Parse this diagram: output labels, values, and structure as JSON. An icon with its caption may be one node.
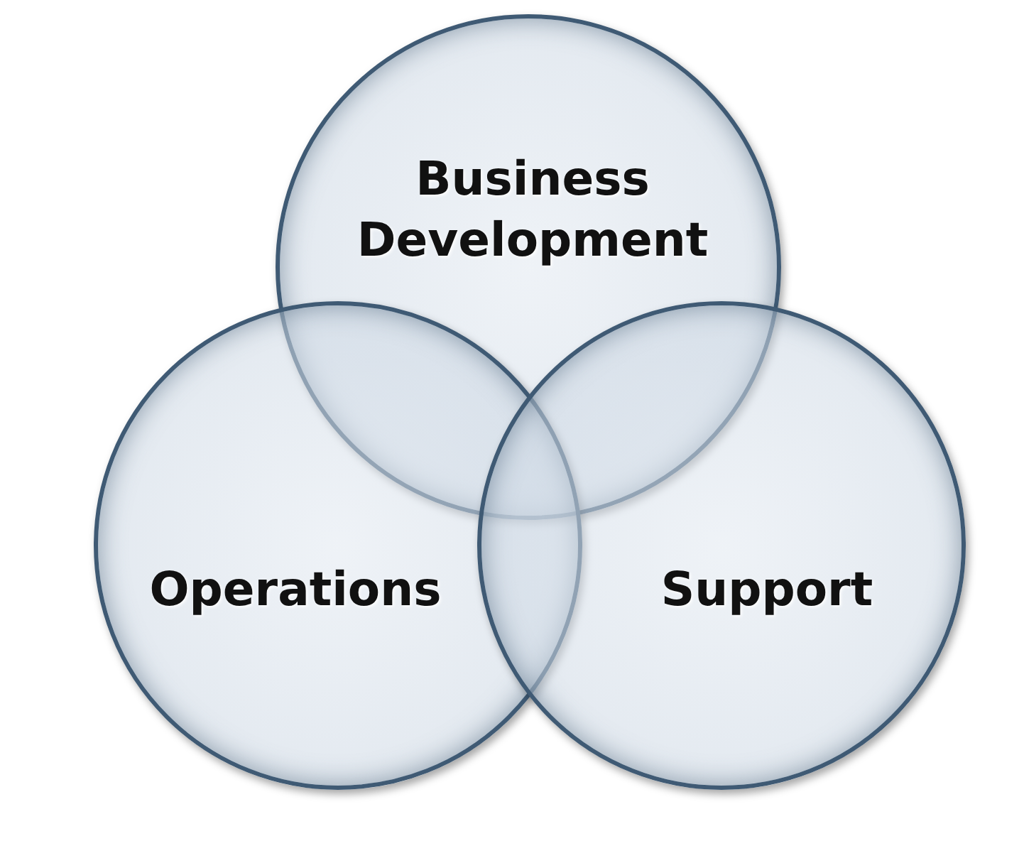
{
  "diagram": {
    "nodes": [
      {
        "text": [
          "Business Development"
        ]
      },
      {
        "text": [
          "Operations"
        ]
      },
      {
        "text": [
          "Support"
        ]
      }
    ]
  }
}
